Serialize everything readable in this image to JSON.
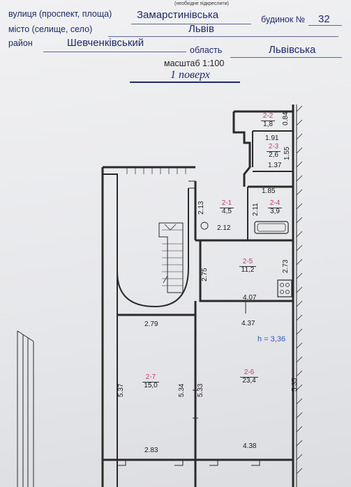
{
  "header": {
    "top_note": "(необхідне підкреслити)",
    "street_label": "вулиця (проспект, площа)",
    "street_value": "Замарстинівська",
    "house_label": "будинок №",
    "house_value": "32",
    "city_label": "місто (селище, село)",
    "city_value": "Львів",
    "district_label": "район",
    "district_value": "Шевченківський",
    "region_label": "область",
    "region_value": "Львівська",
    "scale": "масштаб 1:100",
    "floor": "1 поверх"
  },
  "plan": {
    "height_note": "h = 3,36",
    "rooms": [
      {
        "code": "2-2",
        "area": "1,8"
      },
      {
        "code": "2-3",
        "area": "2,6"
      },
      {
        "code": "2-1",
        "area": "4,5"
      },
      {
        "code": "2-4",
        "area": "3,9"
      },
      {
        "code": "2-5",
        "area": "11,2"
      },
      {
        "code": "2-7",
        "area": "15,0"
      },
      {
        "code": "2-6",
        "area": "23,4"
      }
    ],
    "dimensions": {
      "d084": "0.84",
      "d191": "1.91",
      "d155": "1.55",
      "d137": "1.37",
      "d185": "1.85",
      "d213": "2.13",
      "d211": "2.11",
      "d212": "2.12",
      "d275": "2.75",
      "d273": "2.73",
      "d407": "4.07",
      "d437": "4.37",
      "d279": "2.79",
      "d537": "5.37",
      "d534": "5.34",
      "d533": "5.33",
      "d535": "5.35",
      "d283": "2.83",
      "d438": "4.38"
    }
  }
}
